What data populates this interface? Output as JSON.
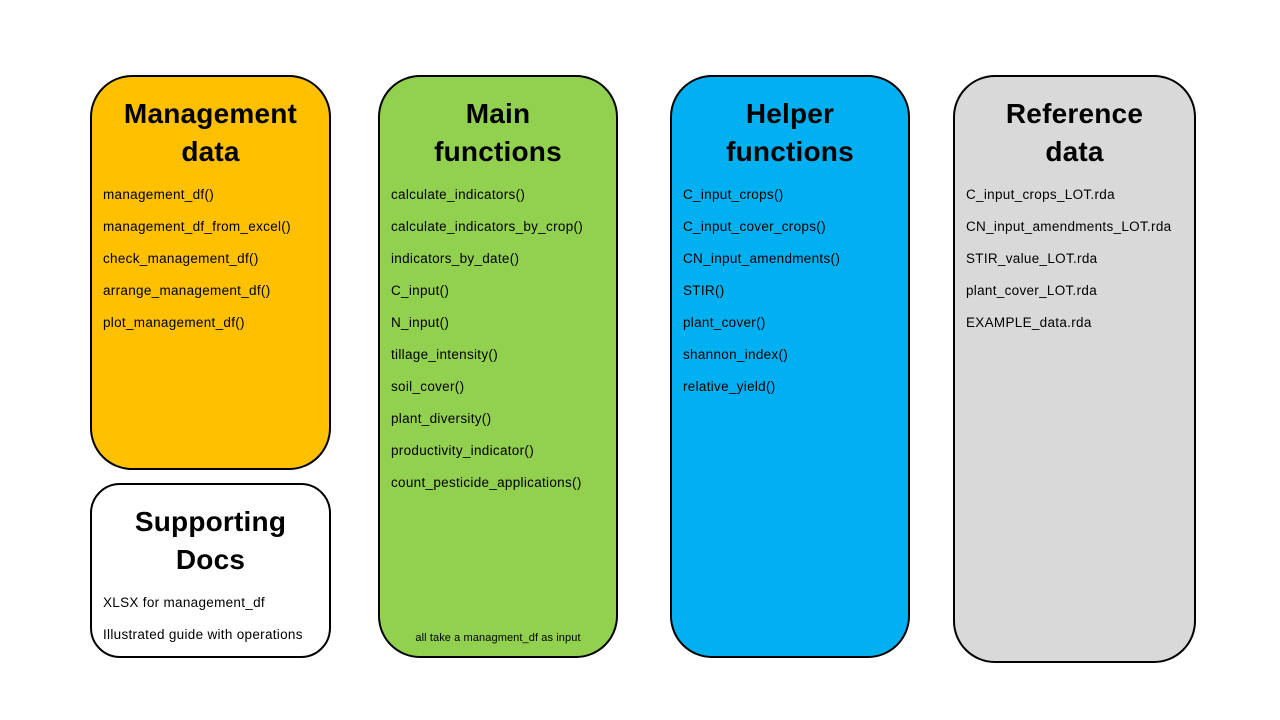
{
  "canvas": {
    "background": "#FFFFFF",
    "border_color": "#000000"
  },
  "boxes": {
    "management": {
      "title": "Management\ndata",
      "color": "#FFC000",
      "items": [
        "management_df()",
        "management_df_from_excel()",
        "check_management_df()",
        "arrange_management_df()",
        "plot_management_df()"
      ]
    },
    "supporting": {
      "title": "Supporting\nDocs",
      "color": "#FFFFFF",
      "items": [
        "XLSX for management_df",
        "Illustrated guide with operations"
      ]
    },
    "main": {
      "title": "Main\nfunctions",
      "color": "#92D050",
      "items": [
        "calculate_indicators()",
        "calculate_indicators_by_crop()",
        "indicators_by_date()",
        "C_input()",
        "N_input()",
        "tillage_intensity()",
        "soil_cover()",
        "plant_diversity()",
        "productivity_indicator()",
        "count_pesticide_applications()"
      ],
      "footnote": "all take a managment_df as input"
    },
    "helper": {
      "title": "Helper\nfunctions",
      "color": "#00B0F0",
      "items": [
        "C_input_crops()",
        "C_input_cover_crops()",
        "CN_input_amendments()",
        "STIR()",
        "plant_cover()",
        "shannon_index()",
        "relative_yield()"
      ]
    },
    "reference": {
      "title": "Reference\ndata",
      "color": "#D9D9D9",
      "items": [
        "C_input_crops_LOT.rda",
        "CN_input_amendments_LOT.rda",
        "STIR_value_LOT.rda",
        "plant_cover_LOT.rda",
        "EXAMPLE_data.rda"
      ]
    }
  }
}
